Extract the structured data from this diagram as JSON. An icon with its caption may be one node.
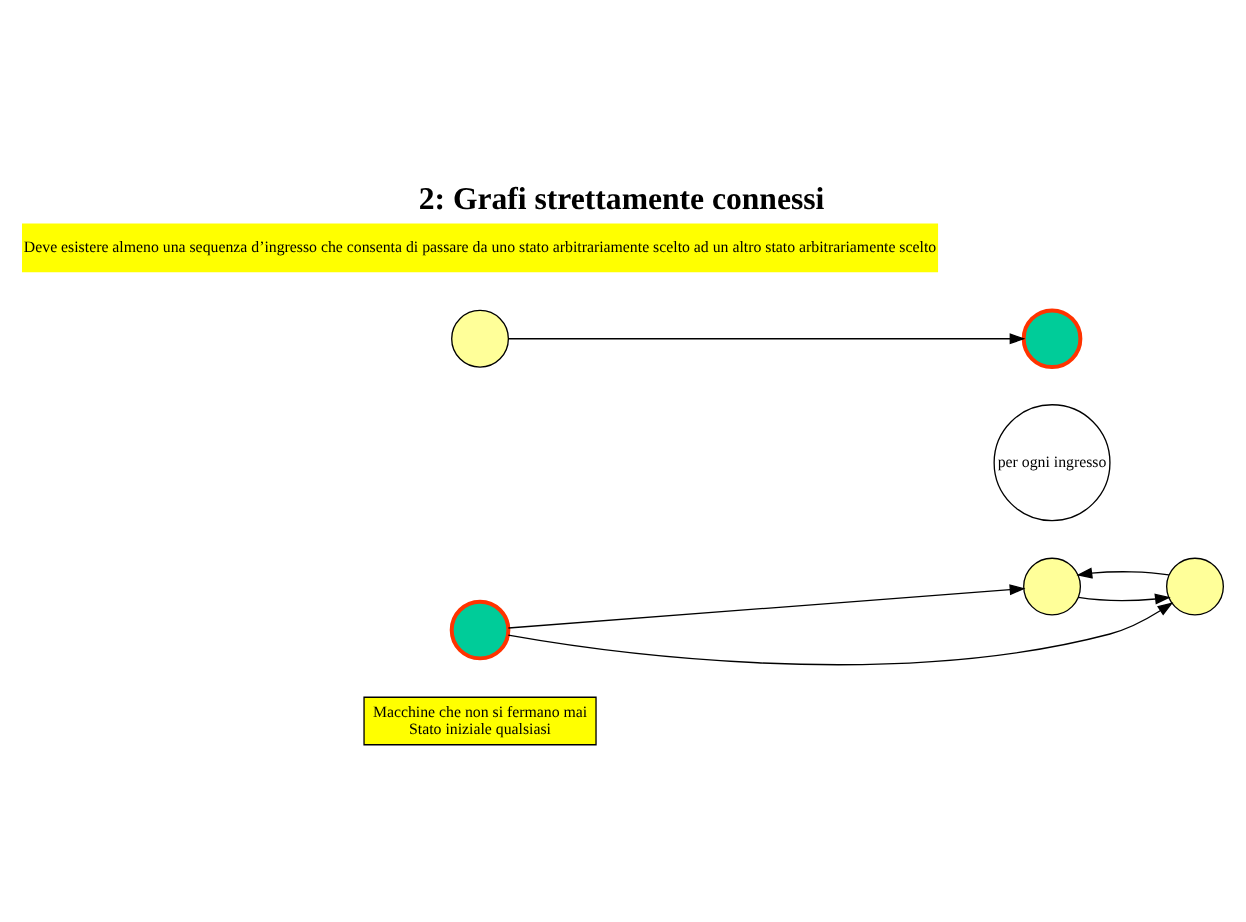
{
  "diagram": {
    "title": "2: Grafi strettamente connessi",
    "nodes": [
      {
        "text": [
          "Macchine che non si fermano mai",
          "Stato iniziale qualsiasi"
        ]
      },
      {
        "text": [],
        "shape": "circle"
      },
      {
        "text": [],
        "shape": "circle"
      },
      {
        "text": [],
        "shape": "circle"
      },
      {
        "text": [
          "per ogni ingresso"
        ]
      },
      {
        "text": [],
        "shape": "circle"
      },
      {
        "text": [],
        "shape": "circle"
      },
      {
        "text": [
          "Deve esistere almeno una sequenza d’ingresso che consenta di passare da uno stato arbitrariamente scelto ad un altro stato arbitrariamente scelto"
        ]
      }
    ],
    "edges": [
      {
        "from": 2,
        "to": 1,
        "arrow": "to"
      },
      {
        "from": 2,
        "to": 3,
        "arrow": "to"
      },
      {
        "from": 1,
        "to": 3,
        "arrow": "to"
      },
      {
        "from": 3,
        "to": 1,
        "arrow": "to"
      },
      {
        "from": 5,
        "to": 6,
        "arrow": "to"
      }
    ]
  }
}
